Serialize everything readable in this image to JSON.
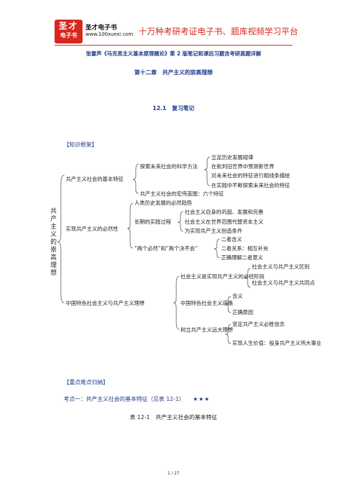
{
  "header": {
    "logo_line1": "圣才",
    "logo_line2": "电子书",
    "brand_name": "圣才电子书",
    "brand_url": "www.100xuexi.com",
    "slogan": "十万种考研考证电子书、题库视频学习平台"
  },
  "book_title": "张雷声《马克思主义基本原理概论》第 2 版笔记和课后习题含考研真题详解",
  "chapter_title": "第十二章　共产主义的崇高理想",
  "section_title": "12.1　复习笔记",
  "framework_heading": "【知识框架】",
  "mindmap": {
    "root_chars": [
      "共",
      "产",
      "主",
      "义",
      "的",
      "崇",
      "高",
      "理",
      "想"
    ],
    "branch1": {
      "label": "共产主义社会的基本特征",
      "child1": "探索未来社会的科学方法",
      "leaves": [
        "立足历史发展规律",
        "在批判旧世界中预测新世界",
        "对未来社会的特征进行粗线条描绘",
        "在实践中不断探索未来社会的特征"
      ],
      "child2": "共产主义社会的宏伟蓝图：六个特征"
    },
    "branch2": {
      "label": "实现共产主义的必然性",
      "child1": "人类历史发展的必然趋势",
      "child2": "长期的实践过程",
      "child2_leaves": [
        "社会主义自身的巩固、发展和完善",
        "社会主义在世界范围代替资本主义",
        "为实现共产主义创造条件"
      ],
      "child3": "“两个必然”和“两个决不会”",
      "child3_leaves": [
        "二者含义",
        "二者关系：相互补充",
        "正确理解二者意义"
      ]
    },
    "branch3": {
      "label": "中国特色社会主义与共产主义理想",
      "child1": "社会主义是实现共产主义的必经阶段",
      "child1_leaves": [
        "社会主义与共产主义区别",
        "社会主义与共产主义共同点"
      ],
      "child2": "中国特色社会主义道路",
      "child2_leaves": [
        "含义",
        "正确原因"
      ],
      "child3": "树立共产主义远大理想",
      "child3_leaves": [
        "坚定共产主义必胜信念",
        "实现人生价值：投身共产主义伟大事业"
      ]
    }
  },
  "focus_heading": "【重点难点归纳】",
  "key_point": {
    "label": "考点一：共产主义社会的基本特征（见表 12-1）",
    "stars": "★★★"
  },
  "table_caption": "表 12-1　共产主义社会的基本特征",
  "page_number": "1 / 27",
  "colors": {
    "brand_red": "#d7281f",
    "heading_blue": "#1f3a8a"
  }
}
